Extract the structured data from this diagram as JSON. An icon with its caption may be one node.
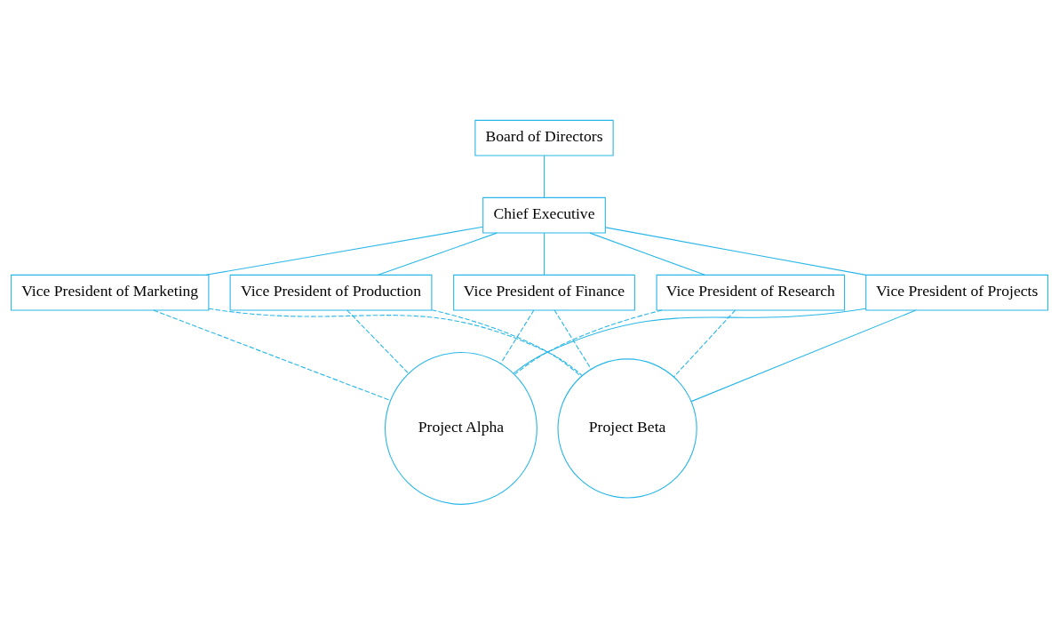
{
  "diagram": {
    "nodes": [
      {
        "text": [
          "Board of Directors"
        ]
      },
      {
        "text": [
          "Chief Executive"
        ]
      },
      {
        "text": [
          "Vice President of Projects"
        ]
      },
      {
        "text": [
          "Vice President of Marketing"
        ]
      },
      {
        "text": [
          "Vice President of Production"
        ]
      },
      {
        "text": [
          "Vice President of Finance"
        ]
      },
      {
        "text": [
          "Vice President of Research"
        ]
      },
      {
        "text": [
          "Project Alpha"
        ]
      },
      {
        "text": [
          "Project Beta"
        ]
      }
    ],
    "edges": [
      {
        "from": 0,
        "to": 1,
        "arrow": "none"
      },
      {
        "from": 1,
        "to": 2,
        "arrow": "none"
      },
      {
        "from": 1,
        "to": 3,
        "arrow": "none"
      },
      {
        "from": 1,
        "to": 4,
        "arrow": "none"
      },
      {
        "from": 1,
        "to": 5,
        "arrow": "none"
      },
      {
        "from": 1,
        "to": 6,
        "arrow": "none"
      },
      {
        "from": 2,
        "to": 7,
        "arrow": "none"
      },
      {
        "from": 2,
        "to": 8,
        "arrow": "none"
      },
      {
        "from": 3,
        "to": 7,
        "arrow": "none",
        "style": "dashed"
      },
      {
        "from": 4,
        "to": 7,
        "arrow": "none",
        "style": "dashed"
      },
      {
        "from": 5,
        "to": 7,
        "arrow": "none",
        "style": "dashed"
      },
      {
        "from": 6,
        "to": 7,
        "arrow": "none",
        "style": "dashed"
      },
      {
        "from": 3,
        "to": 8,
        "arrow": "none",
        "style": "dashed"
      },
      {
        "from": 4,
        "to": 8,
        "arrow": "none",
        "style": "dashed"
      },
      {
        "from": 5,
        "to": 8,
        "arrow": "none",
        "style": "dashed"
      },
      {
        "from": 6,
        "to": 8,
        "arrow": "none",
        "style": "dashed"
      }
    ]
  }
}
